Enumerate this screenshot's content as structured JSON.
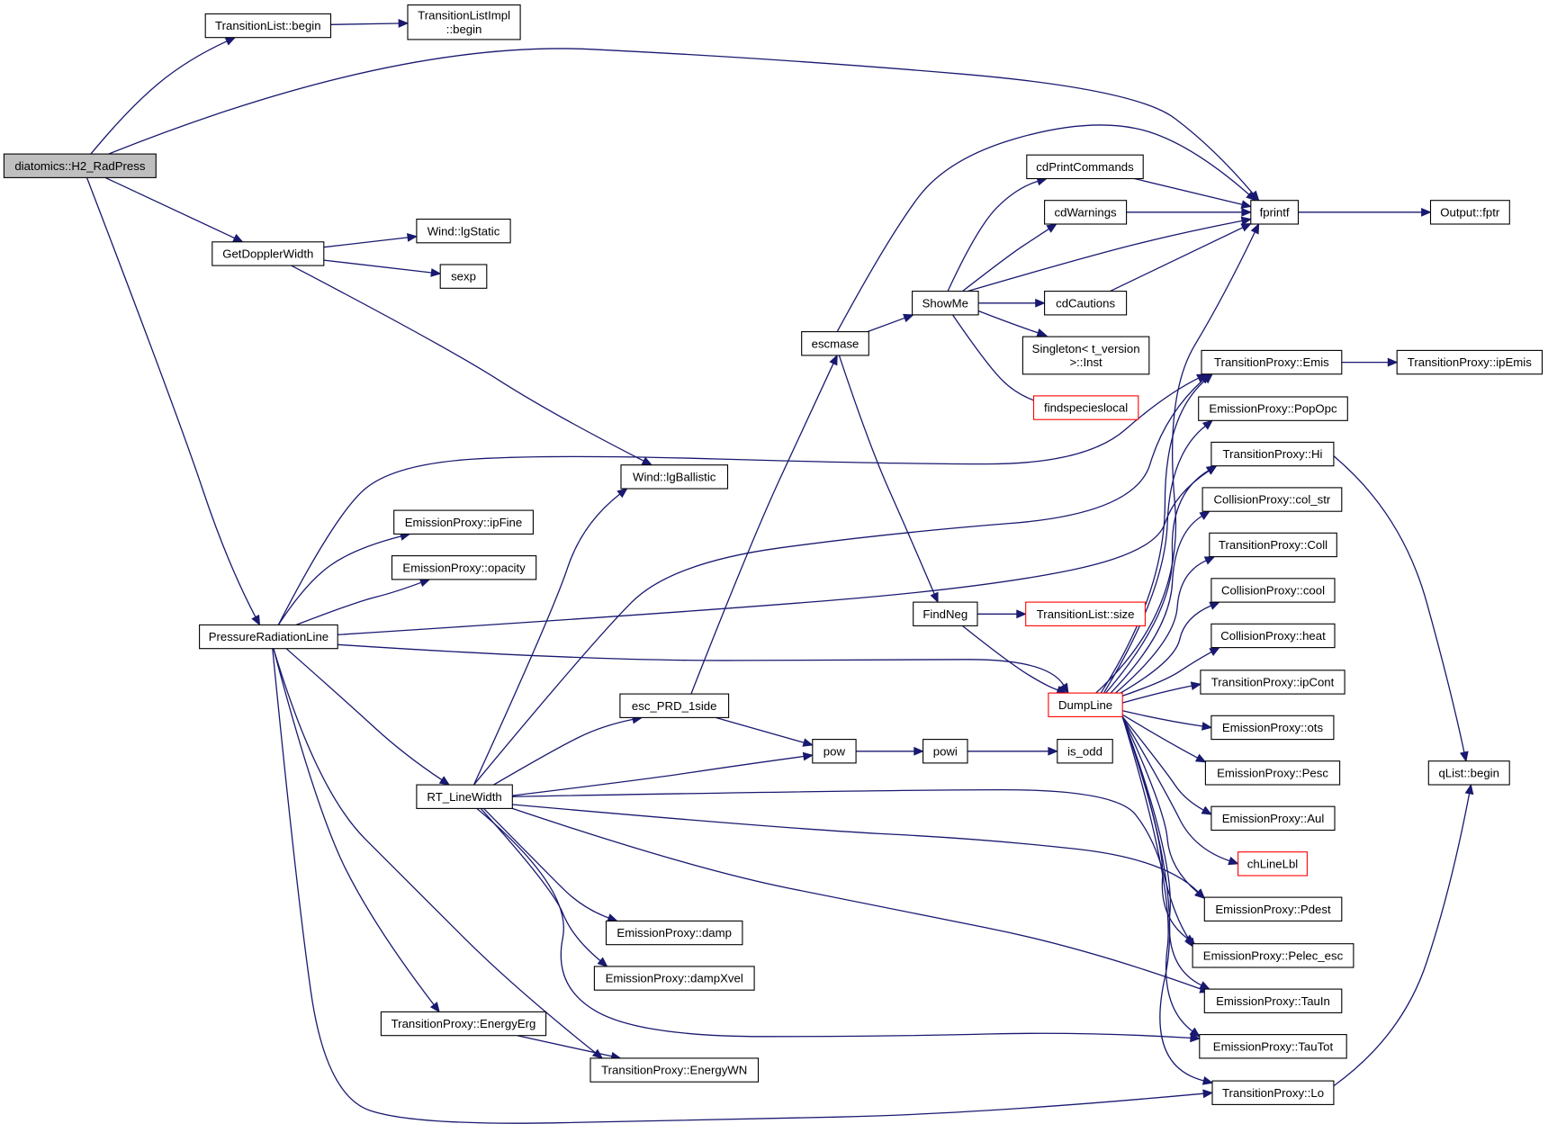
{
  "diagram": {
    "type": "call-graph",
    "colors": {
      "edge": "#191970",
      "root_fill": "#bfbfbf",
      "truncated_border": "#ff0000",
      "node_border": "#000000"
    },
    "nodes": [
      {
        "id": "h2",
        "lines": [
          "diatomics::H2_RadPress"
        ],
        "root": true
      },
      {
        "id": "tlbegin",
        "lines": [
          "TransitionList::begin"
        ]
      },
      {
        "id": "tlibegin",
        "lines": [
          "TransitionListImpl",
          "::begin"
        ]
      },
      {
        "id": "getdop",
        "lines": [
          "GetDopplerWidth"
        ]
      },
      {
        "id": "lgstatic",
        "lines": [
          "Wind::lgStatic"
        ]
      },
      {
        "id": "sexp",
        "lines": [
          "sexp"
        ]
      },
      {
        "id": "lgball",
        "lines": [
          "Wind::lgBallistic"
        ]
      },
      {
        "id": "prl",
        "lines": [
          "PressureRadiationLine"
        ]
      },
      {
        "id": "ipfine",
        "lines": [
          "EmissionProxy::ipFine"
        ]
      },
      {
        "id": "opacity",
        "lines": [
          "EmissionProxy::opacity"
        ]
      },
      {
        "id": "rtlw",
        "lines": [
          "RT_LineWidth"
        ]
      },
      {
        "id": "teerg",
        "lines": [
          "TransitionProxy::EnergyErg"
        ]
      },
      {
        "id": "tewn",
        "lines": [
          "TransitionProxy::EnergyWN"
        ]
      },
      {
        "id": "damp",
        "lines": [
          "EmissionProxy::damp"
        ]
      },
      {
        "id": "dampx",
        "lines": [
          "EmissionProxy::dampXvel"
        ]
      },
      {
        "id": "escprd",
        "lines": [
          "esc_PRD_1side"
        ]
      },
      {
        "id": "escmase",
        "lines": [
          "escmase"
        ]
      },
      {
        "id": "pow",
        "lines": [
          "pow"
        ]
      },
      {
        "id": "powi",
        "lines": [
          "powi"
        ]
      },
      {
        "id": "isodd",
        "lines": [
          "is_odd"
        ]
      },
      {
        "id": "showme",
        "lines": [
          "ShowMe"
        ]
      },
      {
        "id": "findneg",
        "lines": [
          "FindNeg"
        ]
      },
      {
        "id": "cdprint",
        "lines": [
          "cdPrintCommands"
        ]
      },
      {
        "id": "cdwarn",
        "lines": [
          "cdWarnings"
        ]
      },
      {
        "id": "cdcaut",
        "lines": [
          "cdCautions"
        ]
      },
      {
        "id": "singleton",
        "lines": [
          "Singleton< t_version",
          ">::Inst"
        ]
      },
      {
        "id": "findsp",
        "lines": [
          "findspecieslocal"
        ],
        "truncated": true
      },
      {
        "id": "tlsize",
        "lines": [
          "TransitionList::size"
        ],
        "truncated": true
      },
      {
        "id": "dumpline",
        "lines": [
          "DumpLine"
        ],
        "truncated": true
      },
      {
        "id": "fprintf",
        "lines": [
          "fprintf"
        ]
      },
      {
        "id": "fptr",
        "lines": [
          "Output::fptr"
        ]
      },
      {
        "id": "temis",
        "lines": [
          "TransitionProxy::Emis"
        ]
      },
      {
        "id": "ipemis",
        "lines": [
          "TransitionProxy::ipEmis"
        ]
      },
      {
        "id": "popopc",
        "lines": [
          "EmissionProxy::PopOpc"
        ]
      },
      {
        "id": "thi",
        "lines": [
          "TransitionProxy::Hi"
        ]
      },
      {
        "id": "colstr",
        "lines": [
          "CollisionProxy::col_str"
        ]
      },
      {
        "id": "tcoll",
        "lines": [
          "TransitionProxy::Coll"
        ]
      },
      {
        "id": "ccool",
        "lines": [
          "CollisionProxy::cool"
        ]
      },
      {
        "id": "cheat",
        "lines": [
          "CollisionProxy::heat"
        ]
      },
      {
        "id": "ipcont",
        "lines": [
          "TransitionProxy::ipCont"
        ]
      },
      {
        "id": "ots",
        "lines": [
          "EmissionProxy::ots"
        ]
      },
      {
        "id": "pesc",
        "lines": [
          "EmissionProxy::Pesc"
        ]
      },
      {
        "id": "aul",
        "lines": [
          "EmissionProxy::Aul"
        ]
      },
      {
        "id": "chline",
        "lines": [
          "chLineLbl"
        ],
        "truncated": true
      },
      {
        "id": "pdest",
        "lines": [
          "EmissionProxy::Pdest"
        ]
      },
      {
        "id": "pelec",
        "lines": [
          "EmissionProxy::Pelec_esc"
        ]
      },
      {
        "id": "tauin",
        "lines": [
          "EmissionProxy::TauIn"
        ]
      },
      {
        "id": "tautot",
        "lines": [
          "EmissionProxy::TauTot"
        ]
      },
      {
        "id": "tlo",
        "lines": [
          "TransitionProxy::Lo"
        ]
      },
      {
        "id": "qlist",
        "lines": [
          "qList::begin"
        ]
      }
    ]
  }
}
